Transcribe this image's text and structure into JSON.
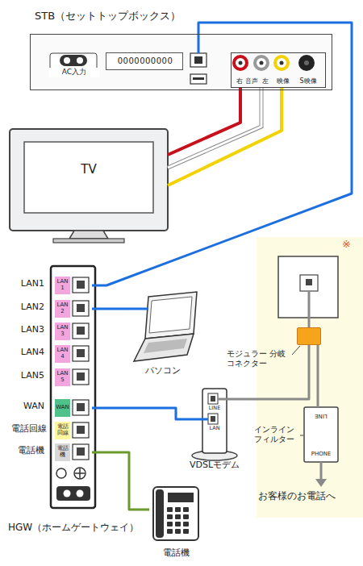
{
  "diagram": {
    "nodes": [
      {
        "text": [
          "STB（セットトップボックス）"
        ]
      },
      {
        "text": [
          "AC入力"
        ],
        "in": 0
      },
      {
        "text": [
          "0000000000"
        ],
        "in": 0
      },
      {
        "text": [
          "右",
          "音声",
          "左",
          "映像",
          "S映像"
        ],
        "in": 0
      },
      {
        "text": [
          "TV"
        ]
      },
      {
        "text": [
          "HGW（ホームゲートウェイ）"
        ]
      },
      {
        "text": [
          "LAN 1"
        ],
        "in": 5
      },
      {
        "text": [
          "LAN 2"
        ],
        "in": 5
      },
      {
        "text": [
          "LAN 3"
        ],
        "in": 5
      },
      {
        "text": [
          "LAN 4"
        ],
        "in": 5
      },
      {
        "text": [
          "LAN 5"
        ],
        "in": 5
      },
      {
        "text": [
          "WAN"
        ],
        "in": 5
      },
      {
        "text": [
          "電話 回線"
        ],
        "in": 5
      },
      {
        "text": [
          "電話 機"
        ],
        "in": 5
      },
      {
        "text": [
          "パソコン"
        ]
      },
      {
        "text": [
          "LINE",
          "LAN",
          "VDSLモデム"
        ]
      },
      {
        "text": [
          "モジュラー 分岐コネクター"
        ]
      },
      {
        "text": [
          "LINE",
          "PHONE",
          "インライン フィルター"
        ]
      },
      {
        "text": [
          "電話機"
        ]
      }
    ],
    "edges": [
      {
        "from": 0,
        "to": 6,
        "arrow": "none"
      },
      {
        "from": 4,
        "to": 3,
        "arrow": "none"
      },
      {
        "from": 4,
        "to": 3,
        "arrow": "none"
      },
      {
        "from": 4,
        "to": 3,
        "arrow": "none"
      },
      {
        "from": 7,
        "to": 14,
        "arrow": "none"
      },
      {
        "from": 11,
        "to": 15,
        "arrow": "none"
      },
      {
        "from": 15,
        "to": 16,
        "arrow": "none"
      },
      {
        "from": 16,
        "to": 17,
        "arrow": "none"
      },
      {
        "from": 13,
        "to": 18,
        "arrow": "none"
      }
    ],
    "labels": [
      "LAN1",
      "LAN2",
      "LAN3",
      "LAN4",
      "LAN5",
      "WAN",
      "電話回線",
      "電話機",
      "お客様のお電話へ",
      "※"
    ]
  }
}
